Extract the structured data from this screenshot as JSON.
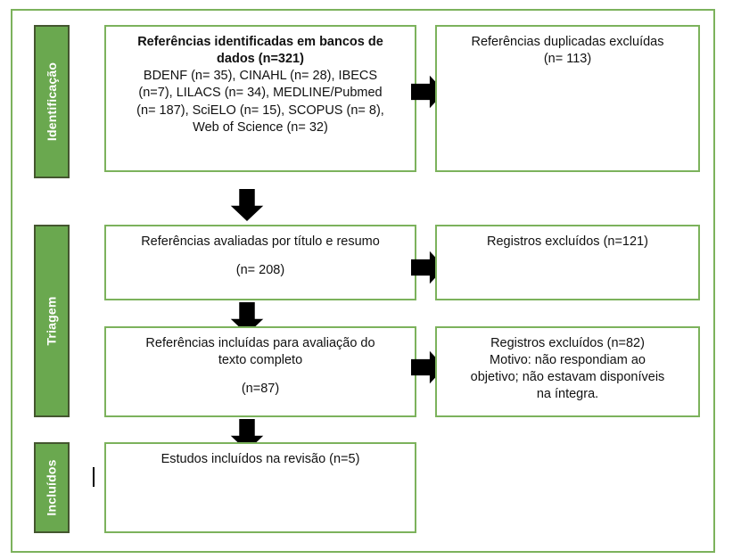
{
  "diagram": {
    "type": "prisma-flow-diagram",
    "language": "pt-BR",
    "colors": {
      "stage_bar_fill": "#6aa84f",
      "stage_bar_border": "#44562f",
      "box_border": "#7cb25c",
      "frame_border": "#7cb25c",
      "arrow": "#000000",
      "text": "#111111",
      "stage_text": "#ffffff"
    },
    "stages": [
      {
        "id": "identificacao",
        "label": "Identificação"
      },
      {
        "id": "triagem",
        "label": "Triagem"
      },
      {
        "id": "incluidos",
        "label": "Incluídos"
      }
    ],
    "boxes": {
      "identified": {
        "lines": [
          {
            "text": "Referências identificadas em bancos de",
            "bold": true
          },
          {
            "text": "dados (n=321)",
            "bold": true
          },
          {
            "text": "BDENF (n= 35), CINAHL (n= 28), IBECS",
            "bold": false
          },
          {
            "text": "(n=7), LILACS (n= 34), MEDLINE/Pubmed",
            "bold": false
          },
          {
            "text": "(n= 187), SciELO (n= 15), SCOPUS (n= 8),",
            "bold": false
          },
          {
            "text": "Web of Science (n= 32)",
            "bold": false
          }
        ]
      },
      "duplicates_removed": {
        "lines": [
          {
            "text": "Referências duplicadas excluídas",
            "bold": false
          },
          {
            "text": "(n= 113)",
            "bold": false
          }
        ]
      },
      "screened": {
        "lines": [
          {
            "text": "Referências avaliadas por título e resumo",
            "bold": false
          },
          {
            "text": "(n= 208)",
            "bold": false,
            "spacer": true
          }
        ]
      },
      "screened_excluded": {
        "lines": [
          {
            "text": "Registros excluídos (n=121)",
            "bold": false
          }
        ]
      },
      "fulltext_assessed": {
        "lines": [
          {
            "text": "Referências incluídas para avaliação do",
            "bold": false
          },
          {
            "text": "texto completo",
            "bold": false
          },
          {
            "text": "(n=87)",
            "bold": false,
            "spacer": true
          }
        ]
      },
      "fulltext_excluded": {
        "lines": [
          {
            "text": "Registros excluídos (n=82)",
            "bold": false
          },
          {
            "text": "Motivo: não respondiam ao",
            "bold": false
          },
          {
            "text": "objetivo; não estavam disponíveis",
            "bold": false
          },
          {
            "text": "na íntegra.",
            "bold": false
          }
        ]
      },
      "included": {
        "lines": [
          {
            "text": "Estudos incluídos na revisão (n=5)",
            "bold": false
          }
        ]
      }
    },
    "arrows": [
      {
        "id": "arrow-identified-to-duplicates",
        "direction": "right"
      },
      {
        "id": "arrow-identified-to-screened",
        "direction": "down"
      },
      {
        "id": "arrow-screened-to-excluded",
        "direction": "right"
      },
      {
        "id": "arrow-screened-to-fulltext",
        "direction": "down"
      },
      {
        "id": "arrow-fulltext-to-excluded",
        "direction": "right"
      },
      {
        "id": "arrow-fulltext-to-included",
        "direction": "down"
      }
    ]
  }
}
